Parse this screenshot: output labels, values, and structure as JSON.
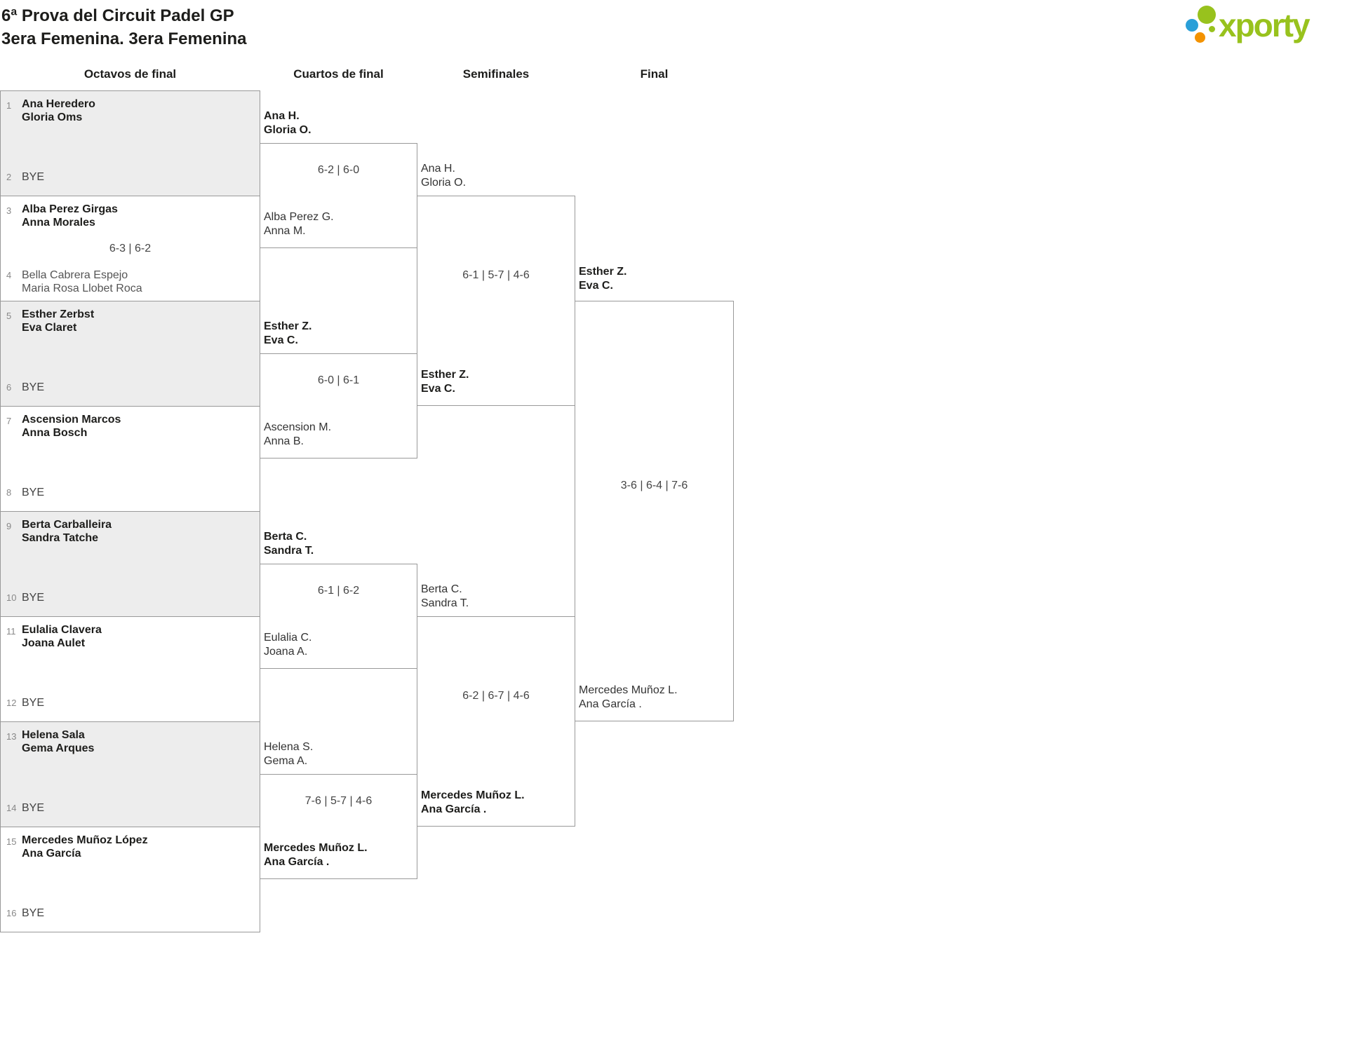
{
  "header": {
    "title": "6ª Prova del Circuit Padel GP",
    "subtitle": "3era Femenina. 3era Femenina"
  },
  "logo": {
    "text": "xporty"
  },
  "round_labels": [
    "Octavos de final",
    "Cuartos de final",
    "Semifinales",
    "Final"
  ],
  "colors": {
    "brand_green": "#98c21d",
    "brand_blue": "#2a9fd8",
    "brand_orange": "#f39200",
    "box_shade": "#ededed",
    "border": "#999999"
  },
  "chart_data": {
    "type": "table",
    "title": "6ª Prova del Circuit Padel GP — 3era Femenina knockout bracket",
    "rounds": [
      "Octavos de final",
      "Cuartos de final",
      "Semifinales",
      "Final"
    ],
    "r16": [
      {
        "seed_a": "1",
        "a1": "Ana Heredero",
        "a2": "Gloria Oms",
        "seed_b": "2",
        "bye": "BYE",
        "score": ""
      },
      {
        "seed_a": "3",
        "a1": "Alba Perez Girgas",
        "a2": "Anna Morales",
        "seed_b": "4",
        "b1": "Bella Cabrera Espejo",
        "b2": "Maria Rosa Llobet Roca",
        "score": "6-3 | 6-2",
        "winner": "a"
      },
      {
        "seed_a": "5",
        "a1": "Esther Zerbst",
        "a2": "Eva Claret",
        "seed_b": "6",
        "bye": "BYE",
        "score": ""
      },
      {
        "seed_a": "7",
        "a1": "Ascension Marcos",
        "a2": "Anna Bosch",
        "seed_b": "8",
        "bye": "BYE",
        "score": ""
      },
      {
        "seed_a": "9",
        "a1": "Berta Carballeira",
        "a2": "Sandra Tatche",
        "seed_b": "10",
        "bye": "BYE",
        "score": ""
      },
      {
        "seed_a": "11",
        "a1": "Eulalia Clavera",
        "a2": "Joana Aulet",
        "seed_b": "12",
        "bye": "BYE",
        "score": ""
      },
      {
        "seed_a": "13",
        "a1": "Helena Sala",
        "a2": "Gema Arques",
        "seed_b": "14",
        "bye": "BYE",
        "score": ""
      },
      {
        "seed_a": "15",
        "a1": "Mercedes Muñoz López",
        "a2": "Ana García",
        "seed_b": "16",
        "bye": "BYE",
        "score": ""
      }
    ],
    "qf": [
      {
        "a1": "Ana H.",
        "a2": "Gloria O.",
        "b1": "Alba Perez G.",
        "b2": "Anna M.",
        "score": "6-2 | 6-0",
        "winner": "a"
      },
      {
        "a1": "Esther Z.",
        "a2": "Eva C.",
        "b1": "Ascension M.",
        "b2": "Anna B.",
        "score": "6-0 | 6-1",
        "winner": "a"
      },
      {
        "a1": "Berta C.",
        "a2": "Sandra T.",
        "b1": "Eulalia C.",
        "b2": "Joana A.",
        "score": "6-1 | 6-2",
        "winner": "a"
      },
      {
        "a1": "Helena S.",
        "a2": "Gema A.",
        "b1": "Mercedes Muñoz L.",
        "b2": "Ana García .",
        "score": "7-6 | 5-7 | 4-6",
        "winner": "b"
      }
    ],
    "sf": [
      {
        "a1": "Ana H.",
        "a2": "Gloria O.",
        "b1": "Esther Z.",
        "b2": "Eva C.",
        "score": "6-1 | 5-7 | 4-6",
        "winner": "b"
      },
      {
        "a1": "Berta C.",
        "a2": "Sandra T.",
        "b1": "Mercedes Muñoz L.",
        "b2": "Ana García .",
        "score": "6-2 | 6-7 | 4-6",
        "winner": "b"
      }
    ],
    "final": {
      "a1": "Esther Z.",
      "a2": "Eva C.",
      "b1": "Mercedes Muñoz L.",
      "b2": "Ana García .",
      "score": "3-6 | 6-4 | 7-6",
      "winner": "a"
    }
  }
}
